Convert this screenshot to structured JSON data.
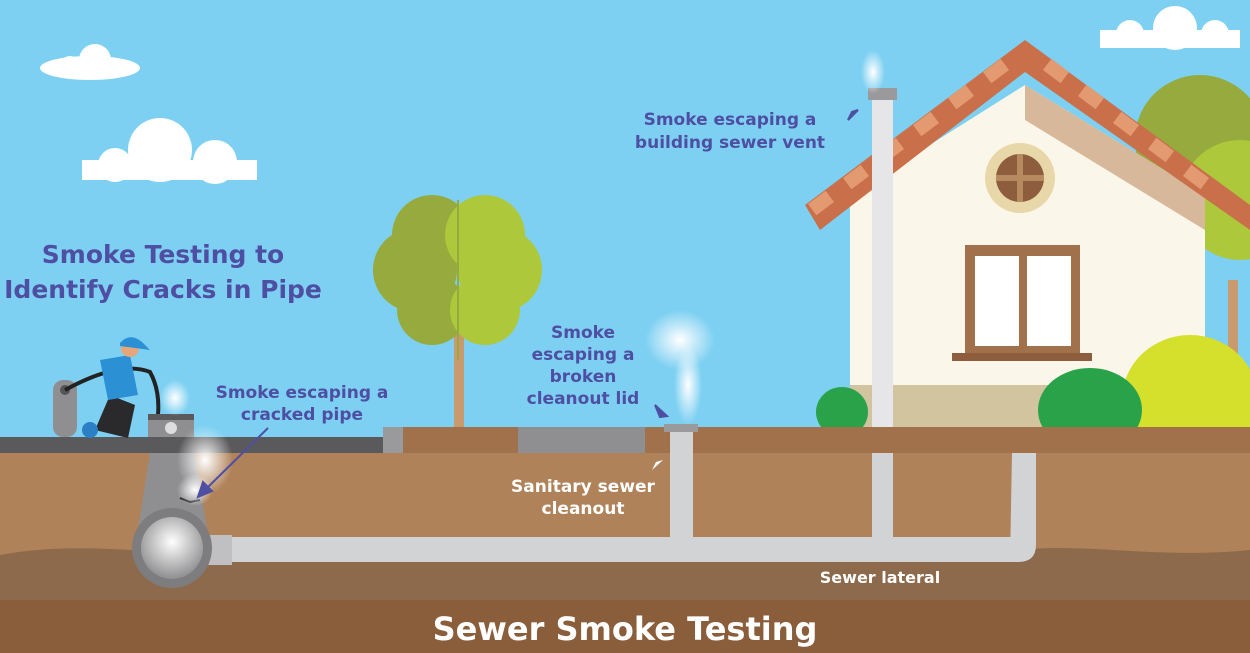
{
  "title": "Sewer Smoke Testing",
  "subtitle_lines": [
    "Smoke Testing to",
    "Identify Cracks in Pipe"
  ],
  "labels": {
    "cracked_pipe": [
      "Smoke escaping a",
      "cracked pipe"
    ],
    "cleanout_lid": [
      "Smoke",
      "escaping a",
      "broken",
      "cleanout lid"
    ],
    "sewer_vent": [
      "Smoke escaping a",
      "building sewer vent"
    ],
    "sanitary_cleanout": [
      "Sanitary sewer",
      "cleanout"
    ],
    "sewer_lateral": "Sewer lateral"
  },
  "colors": {
    "sky": "#7dd0f2",
    "label_text": "#4e4fa3",
    "soil": "#b08259",
    "roof": "#c9704b"
  }
}
